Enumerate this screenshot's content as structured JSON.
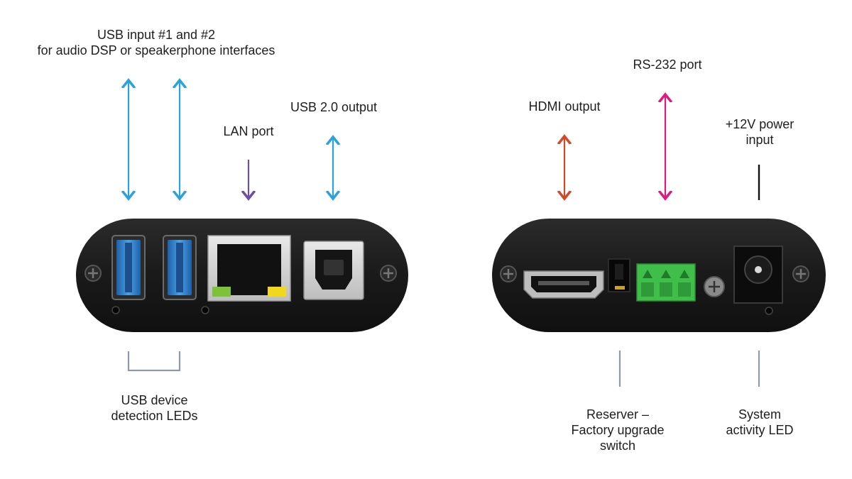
{
  "labels": {
    "usb_inputs": "USB input #1 and #2\nfor audio DSP or speakerphone interfaces",
    "lan_port": "LAN port",
    "usb_output": "USB 2.0 output",
    "usb_leds": "USB device\ndetection LEDs",
    "hdmi_output": "HDMI output",
    "rs232_port": "RS-232 port",
    "power_input": "+12V power\ninput",
    "upgrade_switch": "Reserver –\nFactory upgrade\nswitch",
    "activity_led": "System\nactivity LED"
  },
  "colors": {
    "usb_arrow": "#2aa3dc",
    "lan_arrow": "#6a4fa3",
    "hdmi_arrow": "#d2492a",
    "rs232_arrow": "#e0197d",
    "line_gray": "#8e9aa6",
    "line_black": "#111111",
    "panel": "#1c1c1c",
    "usb_port": "#3a8fd6",
    "led_green": "#7cc33b",
    "led_yellow": "#f1d81c",
    "terminal_green": "#3fbf4a"
  }
}
